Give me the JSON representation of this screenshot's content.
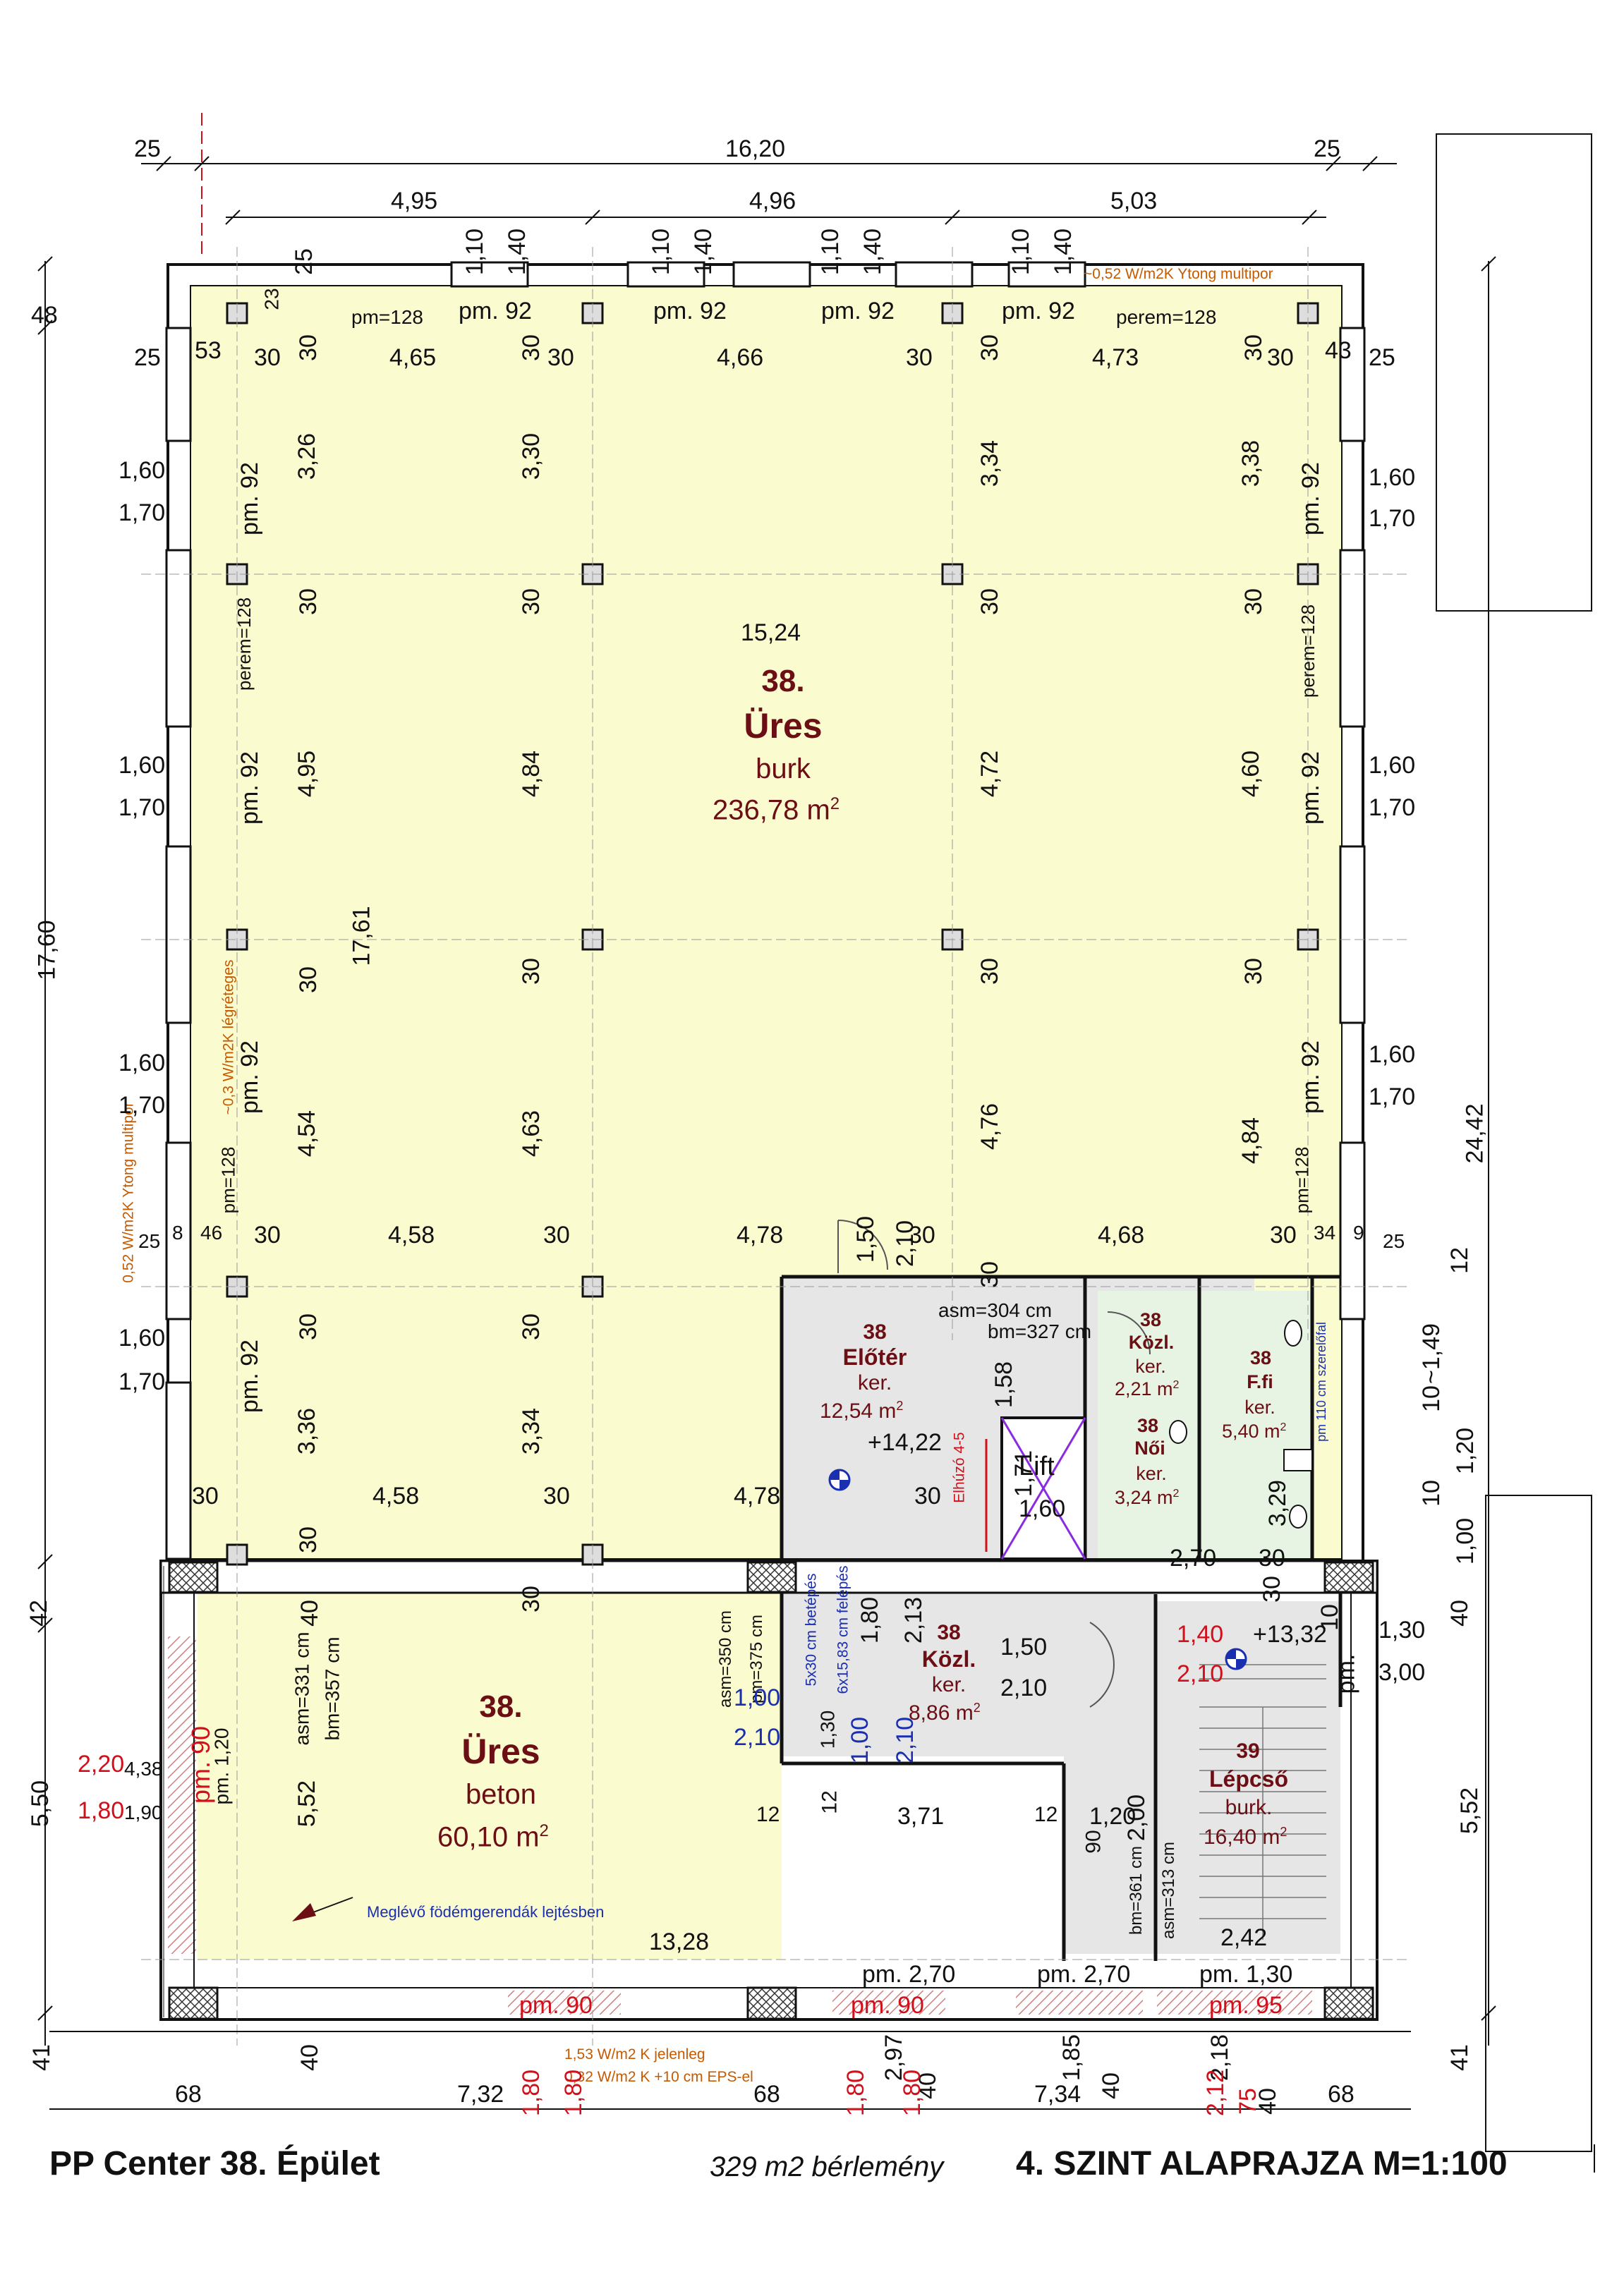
{
  "title": {
    "project": "PP Center  38. Épület",
    "rent": "329 m2 bérlemény",
    "plan": "4. SZINT ALAPRAJZA   M=1:100"
  },
  "rooms": {
    "main_upper": {
      "num": "38.",
      "name": "Üres",
      "type": "burk",
      "area": "236,78 m",
      "area_sup": "2"
    },
    "main_lower": {
      "num": "38.",
      "name": "Üres",
      "type": "beton",
      "area": "60,10 m",
      "area_sup": "2"
    },
    "eloter": {
      "num": "38",
      "name": "Előtér",
      "type": "ker.",
      "area": "12,54 m",
      "area_sup": "2"
    },
    "kozl_small": {
      "num": "38",
      "name": "Közl.",
      "type": "ker.",
      "area": "2,21 m",
      "area_sup": "2"
    },
    "ffi": {
      "num": "38",
      "name": "F.fi",
      "type": "ker.",
      "area": "5,40 m",
      "area_sup": "2"
    },
    "noi": {
      "num": "38",
      "name": "Női",
      "type": "ker.",
      "area": "3,24 m",
      "area_sup": "2"
    },
    "kozl_big": {
      "num": "38",
      "name": "Közl.",
      "type": "ker.",
      "area": "8,86 m",
      "area_sup": "2"
    },
    "lepcso": {
      "num": "39",
      "name": "Lépcső",
      "type": "burk.",
      "area": "16,40 m",
      "area_sup": "2"
    },
    "lift": {
      "name": "Lift",
      "size": "1,60"
    }
  },
  "top_dims": {
    "overall": "16,20",
    "left_25": "25",
    "right_25": "25",
    "span1": "4,95",
    "span2": "4,96",
    "span3": "5,03",
    "win_w": "1,10",
    "win_h": "1,40"
  },
  "labels": {
    "pm92": "pm. 92",
    "pm128": "pm=128",
    "perem128": "perem=128",
    "ytong_top": "~0,52 W/m2K Ytong multipor",
    "ytong_side": "0,52 W/m2K Ytong multipor",
    "legretes": "~0,3 W/m2K légréteges",
    "meglevo": "Meglévő födémgerendák lejtésben",
    "jelenleg1": "1,53 W/m2 K jelenleg",
    "jelenleg2": "0,32 W/m2 K +10 cm EPS-el",
    "asm304": "asm=304 cm",
    "bm327": "bm=327 cm",
    "asm331": "asm=331 cm",
    "bm357": "bm=357 cm",
    "asm350": "asm=350 cm",
    "pm375": "pm=375 cm",
    "betoles": "5x30 cm betépés",
    "felepes": "6x15,83 cm felépés",
    "bm361": "bm=361 cm",
    "asm313": "asm=313 cm",
    "elhuzo": "Elhúzó 4-5",
    "szerelo": "pm 110 cm szerelőfal",
    "pm90": "pm. 90",
    "pm95": "pm. 95",
    "pm270": "pm. 2,70",
    "pm130": "pm. 1,30",
    "pm120": "pm. 1,20",
    "pmlabel": "pm.",
    "level1": "+14,22",
    "level2": "+13,32"
  },
  "dims": {
    "d25": "25",
    "d53": "53",
    "d30": "30",
    "d23": "23",
    "d43": "43",
    "d48": "48",
    "d465": "4,65",
    "d466": "4,66",
    "d473": "4,73",
    "d326": "3,26",
    "d330": "3,30",
    "d334": "3,34",
    "d338": "3,38",
    "d160": "1,60",
    "d170": "1,70",
    "d1524": "15,24",
    "d495": "4,95",
    "d484": "4,84",
    "d472": "4,72",
    "d460": "4,60",
    "d1761": "17,61",
    "d1760": "17,60",
    "d454": "4,54",
    "d463": "4,63",
    "d476": "4,76",
    "d4842": "4,84",
    "d8": "8",
    "d46": "46",
    "d34": "34",
    "d9": "9",
    "d458": "4,58",
    "d478": "4,78",
    "d468": "4,68",
    "d150": "1,50",
    "d210": "2,10",
    "d336": "3,36",
    "d3342": "3,34",
    "d158": "1,58",
    "d171": "1,71",
    "d329": "3,29",
    "d270": "2,70",
    "d12": "12",
    "d149": "~1,49",
    "d10": "10",
    "d120": "1,20",
    "d100": "1,00",
    "d2442": "24,42",
    "d42": "42",
    "d40": "40",
    "d180": "1,80",
    "d213": "2,13",
    "d140": "1,40",
    "d300": "3,00",
    "d130": "1,30",
    "d550": "5,50",
    "d552": "5,52",
    "d220": "2,20",
    "d438": "4,38",
    "d190": "1,90",
    "d371": "3,71",
    "d90": "90",
    "d200": "2,00",
    "d1328": "13,28",
    "d242": "2,42",
    "d41": "41",
    "d68": "68",
    "d732": "7,32",
    "d734": "7,34",
    "d297": "2,97",
    "d185": "1,85",
    "d218": "2,18",
    "d212": "2,12",
    "d75": "75"
  },
  "colors": {
    "room_fill": "#fbfbd0",
    "grey_fill": "#e6e6e6",
    "green_fill": "#e8f4e3",
    "hatch": "#e8a0a0",
    "wall": "#111111",
    "room_text": "#6b0f15",
    "red": "#d0101a",
    "blue": "#1a2fb0",
    "orange": "#c65a00",
    "purple": "#8a2be2"
  }
}
